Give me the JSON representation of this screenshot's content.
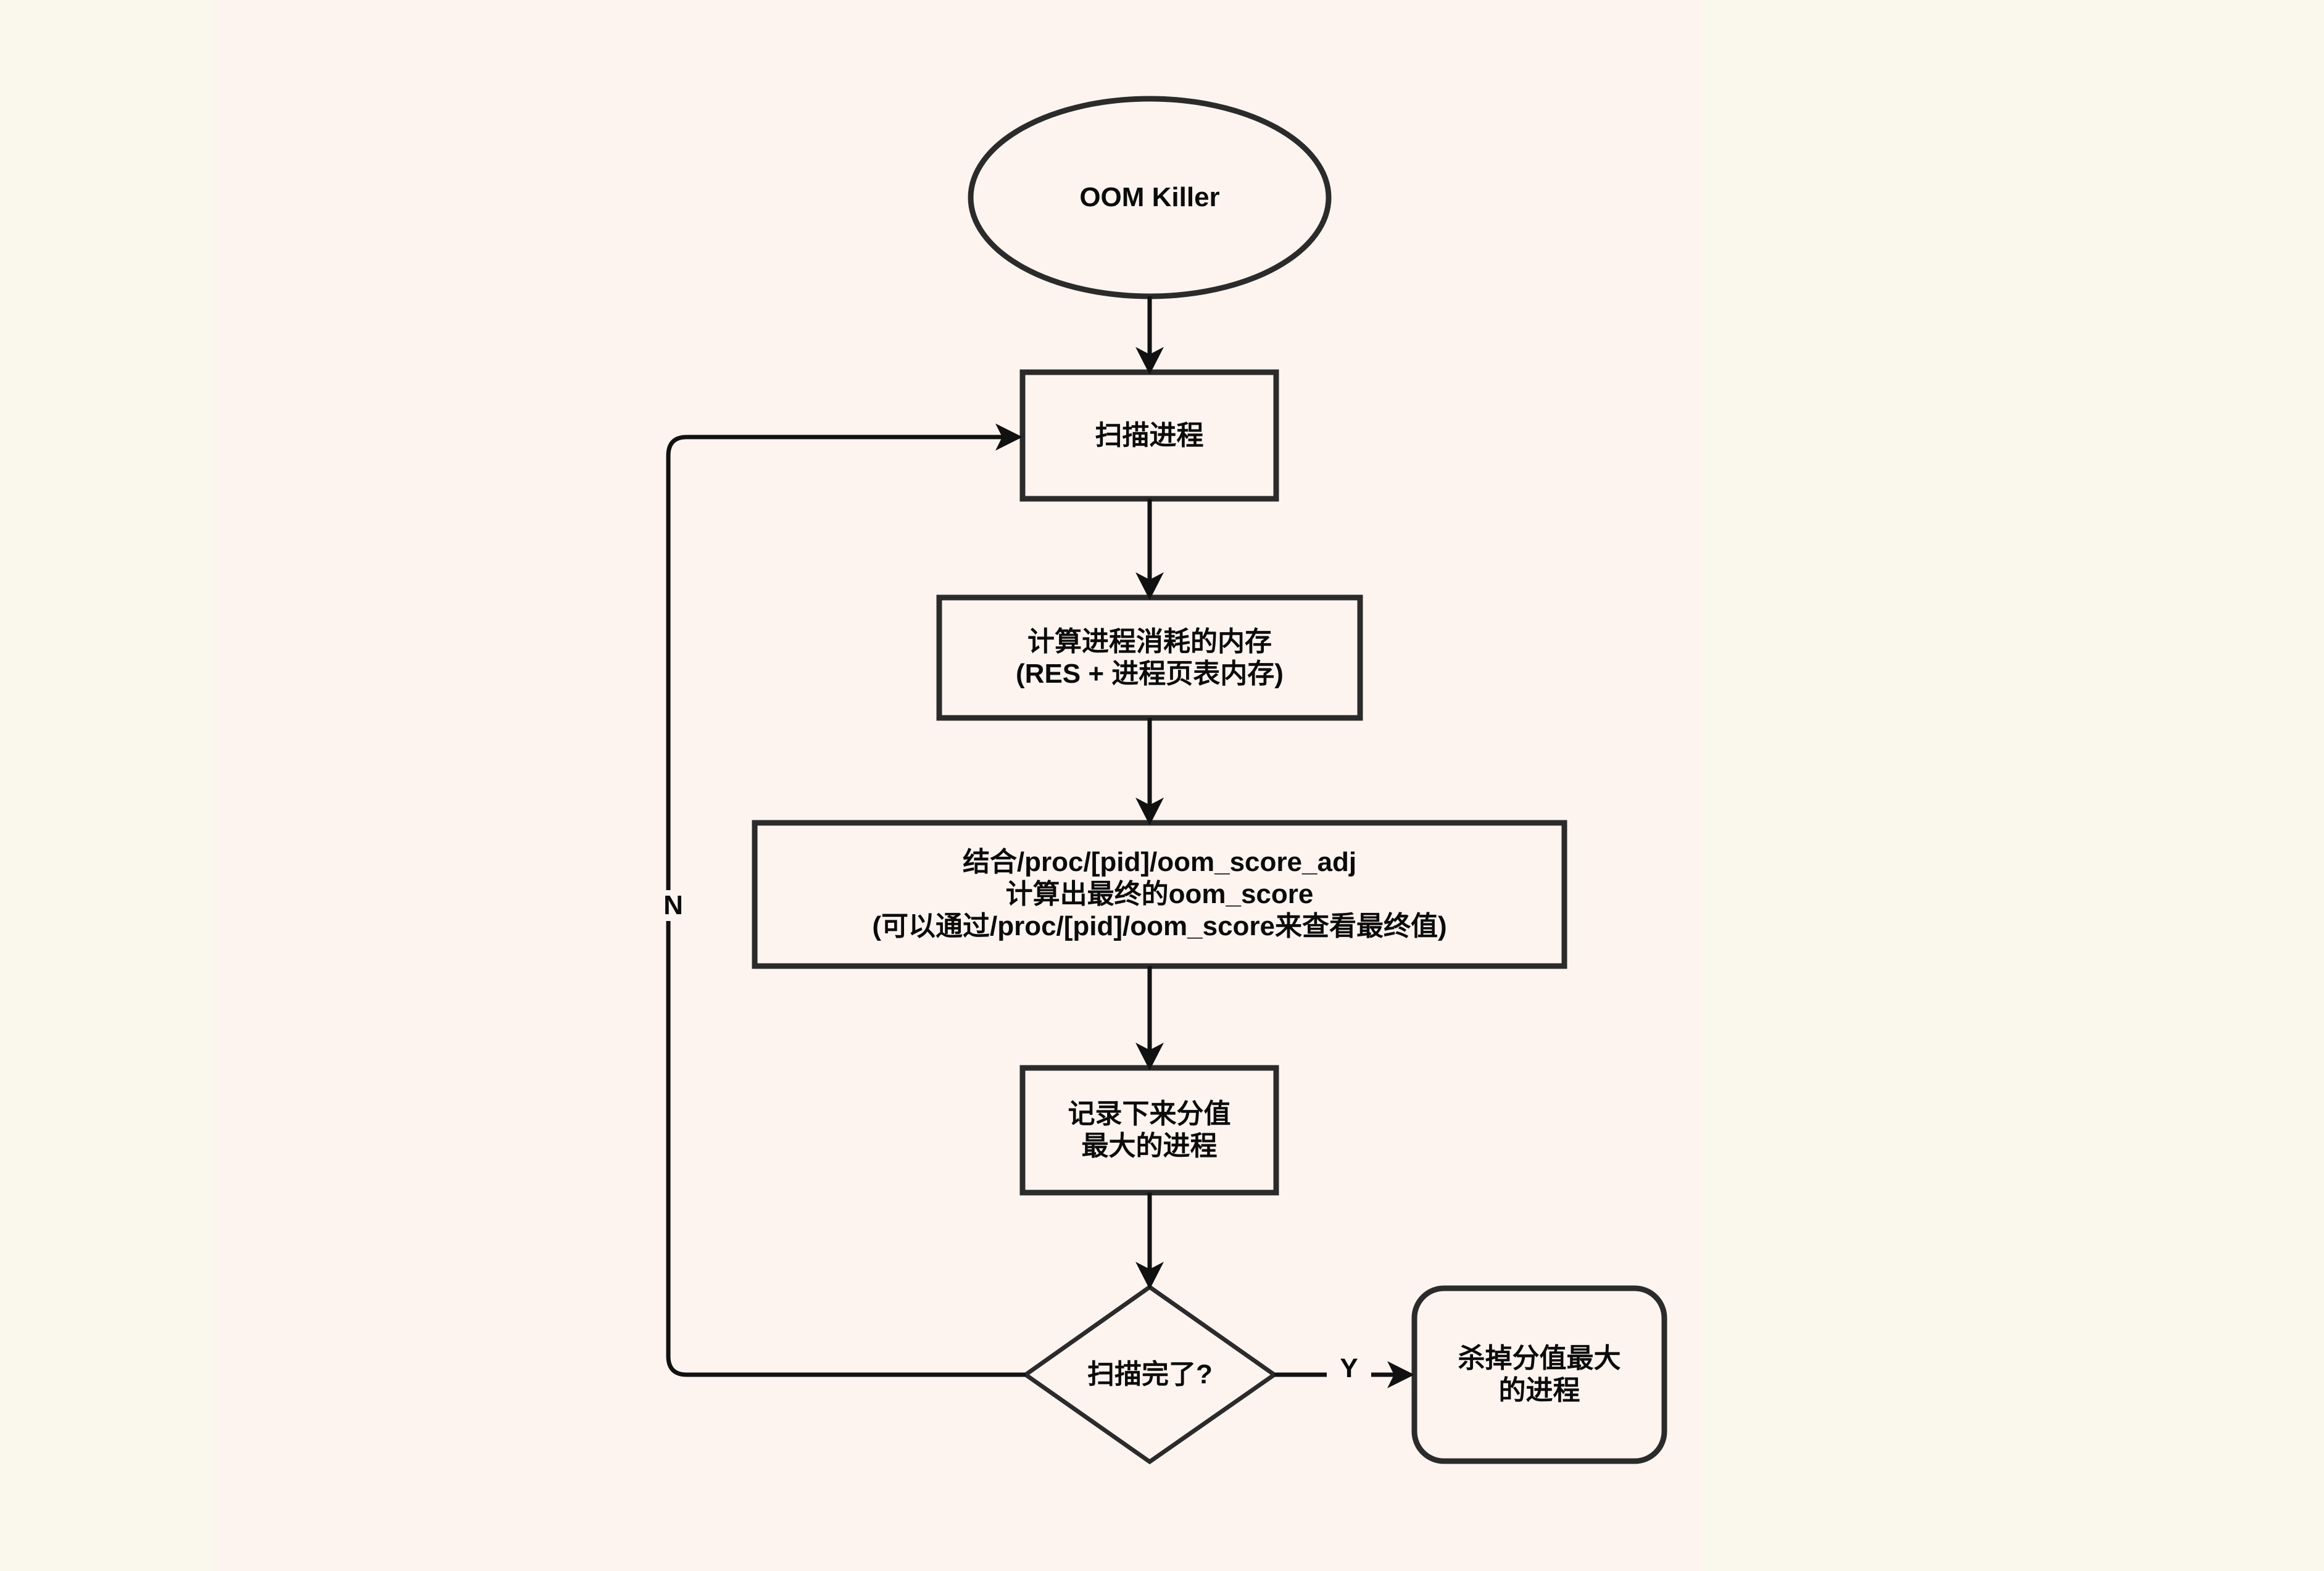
{
  "diagram": {
    "title": "OOM Killer flowchart",
    "background_outer": "#faf8ec",
    "background_inner": "#fdf4ef",
    "stroke_color": "#2b2b2b",
    "text_color": "#0b0b0b",
    "nodes": [
      {
        "id": "start",
        "shape": "ellipse",
        "label": "OOM Killer",
        "lines": [
          "OOM Killer"
        ]
      },
      {
        "id": "scan",
        "shape": "rect",
        "label": "扫描进程",
        "lines": [
          "扫描进程"
        ]
      },
      {
        "id": "calc-mem",
        "shape": "rect",
        "label": "计算进程消耗的内存\n(RES + 进程页表内存)",
        "lines": [
          "计算进程消耗的内存",
          "(RES + 进程页表内存)"
        ]
      },
      {
        "id": "oom-score",
        "shape": "rect",
        "label": "结合/proc/[pid]/oom_score_adj\n计算出最终的oom_score\n(可以通过/proc/[pid]/oom_score来查看最终值)",
        "lines": [
          "结合/proc/[pid]/oom_score_adj",
          "计算出最终的oom_score",
          "(可以通过/proc/[pid]/oom_score来查看最终值)"
        ]
      },
      {
        "id": "record-max",
        "shape": "rect",
        "label": "记录下来分值\n最大的进程",
        "lines": [
          "记录下来分值",
          "最大的进程"
        ]
      },
      {
        "id": "scan-done",
        "shape": "diamond",
        "label": "扫描完了?",
        "lines": [
          "扫描完了?"
        ]
      },
      {
        "id": "kill-max",
        "shape": "rounded-rect",
        "label": "杀掉分值最大\n的进程",
        "lines": [
          "杀掉分值最大",
          "的进程"
        ]
      }
    ],
    "edges": [
      {
        "id": "start-to-scan",
        "from": "start",
        "to": "scan",
        "label": ""
      },
      {
        "id": "scan-to-calc",
        "from": "scan",
        "to": "calc-mem",
        "label": ""
      },
      {
        "id": "calc-to-score",
        "from": "calc-mem",
        "to": "oom-score",
        "label": ""
      },
      {
        "id": "score-to-record",
        "from": "oom-score",
        "to": "record-max",
        "label": ""
      },
      {
        "id": "record-to-decision",
        "from": "record-max",
        "to": "scan-done",
        "label": ""
      },
      {
        "id": "decision-yes",
        "from": "scan-done",
        "to": "kill-max",
        "label": "Y"
      },
      {
        "id": "decision-no",
        "from": "scan-done",
        "to": "scan",
        "label": "N"
      }
    ],
    "edge_labels": {
      "yes": "Y",
      "no": "N"
    }
  }
}
